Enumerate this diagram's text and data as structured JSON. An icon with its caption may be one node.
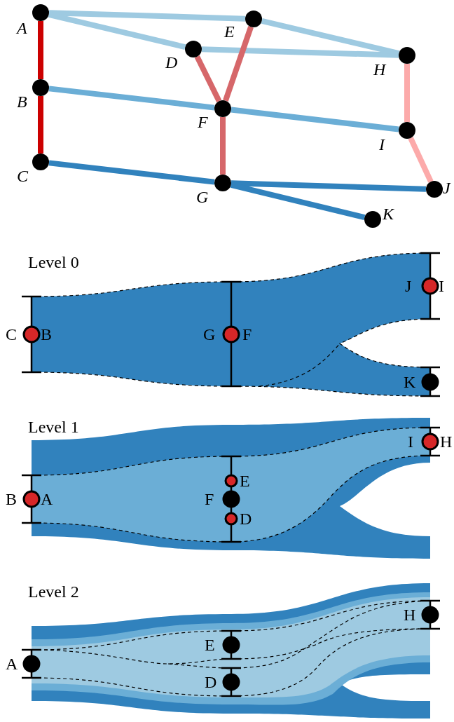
{
  "diagram": {
    "nodes": [
      {
        "text": [],
        "shape": "circle",
        "beside": [
          "A"
        ]
      },
      {
        "text": [],
        "shape": "circle",
        "beside": [
          "B"
        ]
      },
      {
        "text": [],
        "shape": "circle",
        "beside": [
          "C"
        ]
      },
      {
        "text": [],
        "shape": "circle",
        "beside": [
          "D"
        ]
      },
      {
        "text": [],
        "shape": "circle",
        "beside": [
          "E"
        ]
      },
      {
        "text": [],
        "shape": "circle",
        "beside": [
          "F"
        ]
      },
      {
        "text": [],
        "shape": "circle",
        "beside": [
          "G"
        ]
      },
      {
        "text": [],
        "shape": "circle",
        "beside": [
          "H"
        ]
      },
      {
        "text": [],
        "shape": "circle",
        "beside": [
          "I"
        ]
      },
      {
        "text": [],
        "shape": "circle",
        "beside": [
          "J"
        ]
      },
      {
        "text": [],
        "shape": "circle",
        "beside": [
          "K"
        ]
      }
    ],
    "edges": [
      {
        "from": 0,
        "to": 4,
        "arrow": "none"
      },
      {
        "from": 0,
        "to": 3,
        "arrow": "none"
      },
      {
        "from": 3,
        "to": 7,
        "arrow": "none"
      },
      {
        "from": 4,
        "to": 7,
        "arrow": "none"
      },
      {
        "from": 0,
        "to": 1,
        "arrow": "none",
        "color": "#cc0000"
      },
      {
        "from": 1,
        "to": 2,
        "arrow": "none",
        "color": "#cc0000"
      },
      {
        "from": 3,
        "to": 5,
        "arrow": "none",
        "color": "#d6676a"
      },
      {
        "from": 4,
        "to": 5,
        "arrow": "none",
        "color": "#d6676a"
      },
      {
        "from": 5,
        "to": 6,
        "arrow": "none",
        "color": "#d6676a"
      },
      {
        "from": 7,
        "to": 8,
        "arrow": "none",
        "color": "#fcaaaa"
      },
      {
        "from": 8,
        "to": 9,
        "arrow": "none",
        "color": "#fcaaaa"
      },
      {
        "from": 1,
        "to": 5,
        "arrow": "none",
        "color": "#6baed6"
      },
      {
        "from": 5,
        "to": 8,
        "arrow": "none",
        "color": "#6baed6"
      },
      {
        "from": 2,
        "to": 6,
        "arrow": "none",
        "color": "#3182bd"
      },
      {
        "from": 6,
        "to": 9,
        "arrow": "none",
        "color": "#3182bd"
      },
      {
        "from": 6,
        "to": 10,
        "arrow": "none",
        "color": "#3182bd"
      }
    ],
    "labels": [
      "Level 0",
      "J",
      "I",
      "C",
      "B",
      "G",
      "F",
      "K",
      "Level 1",
      "I",
      "H",
      "E",
      "B",
      "A",
      "F",
      "D",
      "Level 2",
      "H",
      "E",
      "A",
      "D"
    ]
  }
}
